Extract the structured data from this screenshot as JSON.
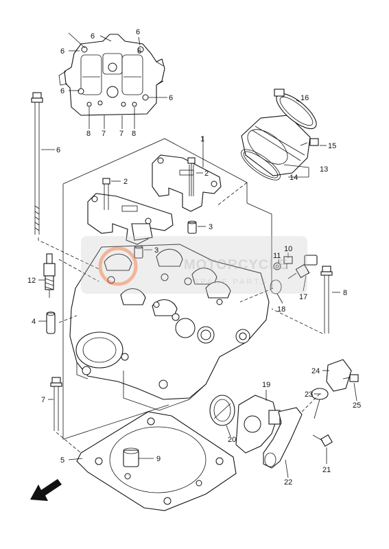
{
  "watermark": {
    "line1": "MOTORCYCLE",
    "line2": "SPARE PARTS",
    "accent": "#e87a4a"
  },
  "callouts": {
    "c1": "1",
    "c2a": "2",
    "c2b": "2",
    "c3a": "3",
    "c3b": "3",
    "c4": "4",
    "c5": "5",
    "c6_shaft": "6",
    "c6a": "6",
    "c6b": "6",
    "c6c": "6",
    "c6d": "6",
    "c6e": "6",
    "c6f": "6",
    "c7_bolt": "7",
    "c7a": "7",
    "c7b": "7",
    "c8_bolt": "8",
    "c8a": "8",
    "c8b": "8",
    "c9": "9",
    "c10": "10",
    "c11": "11",
    "c12": "12",
    "c13": "13",
    "c14": "14",
    "c15": "15",
    "c16": "16",
    "c17": "17",
    "c18": "18",
    "c19": "19",
    "c20": "20",
    "c21": "21",
    "c22": "22",
    "c23": "23",
    "c24": "24",
    "c25": "25"
  }
}
